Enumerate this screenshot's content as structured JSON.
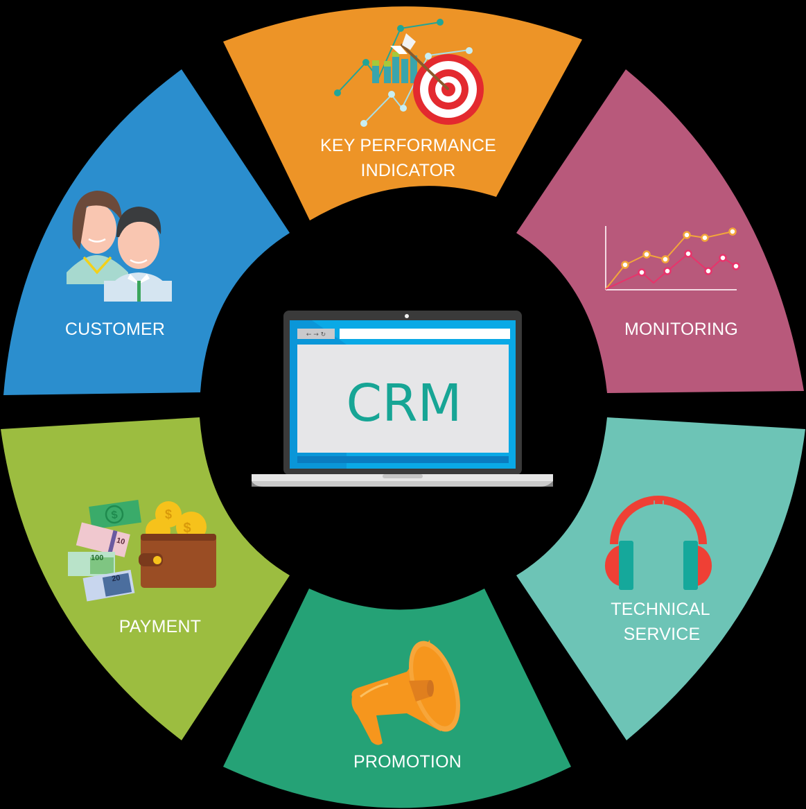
{
  "diagram": {
    "title": "CRM",
    "type": "circular-hub",
    "center": {
      "label": "CRM",
      "icon": "laptop-browser-icon",
      "colors": {
        "bezel": "#3a3a3a",
        "screen_frame": "#0aa9e6",
        "screen": "#e6e6e8",
        "text": "#17a595",
        "base": "#e0e0e0"
      }
    },
    "segments": [
      {
        "id": "kpi",
        "label_lines": [
          "KEY PERFORMANCE",
          "INDICATOR"
        ],
        "color": "#ed9427",
        "icon": "target-chart-icon"
      },
      {
        "id": "monitoring",
        "label_lines": [
          "MONITORING"
        ],
        "color": "#b8597b",
        "icon": "line-chart-icon"
      },
      {
        "id": "technical",
        "label_lines": [
          "TECHNICAL",
          "SERVICE"
        ],
        "color": "#6dc4b6",
        "icon": "headphones-icon"
      },
      {
        "id": "promotion",
        "label_lines": [
          "PROMOTION"
        ],
        "color": "#25a276",
        "icon": "megaphone-icon"
      },
      {
        "id": "payment",
        "label_lines": [
          "PAYMENT"
        ],
        "color": "#9cbd40",
        "icon": "wallet-money-icon"
      },
      {
        "id": "customer",
        "label_lines": [
          "CUSTOMER"
        ],
        "color": "#2b8ece",
        "icon": "customers-icon"
      }
    ],
    "payment_notes": [
      "10",
      "100",
      "20"
    ]
  }
}
